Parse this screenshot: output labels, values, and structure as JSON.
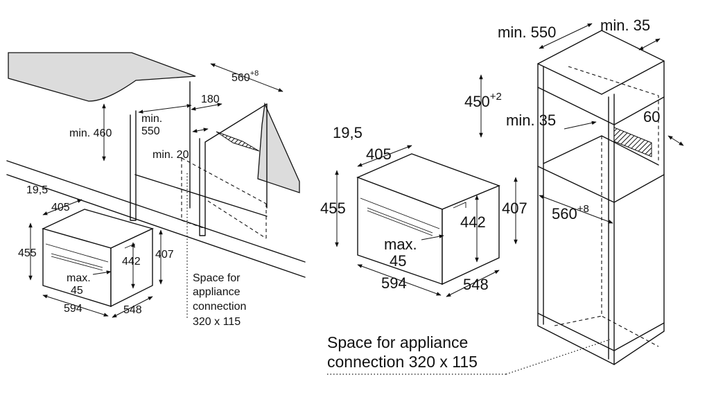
{
  "left_diagram": {
    "dim_width_niche": "560",
    "dim_width_niche_tol": "+8",
    "dim_depth_slot": "180",
    "dim_min_height": "min. 460",
    "dim_min_depth_a": "min.",
    "dim_min_depth_b": "550",
    "dim_min_gap": "min. 20",
    "dim_front_offset": "19,5",
    "dim_panel_depth": "405",
    "dim_height_front": "455",
    "dim_height_inner": "442",
    "dim_height_body": "407",
    "dim_max_a": "max.",
    "dim_max_b": "45",
    "dim_width": "594",
    "dim_depth": "548",
    "connection_line1": "Space for",
    "connection_line2": "appliance",
    "connection_line3": "connection",
    "connection_line4": "320 x 115"
  },
  "right_diagram": {
    "dim_min_depth": "min. 550",
    "dim_min_back": "min. 35",
    "dim_niche_height": "450",
    "dim_niche_height_tol": "+2",
    "dim_min_gap": "min. 35",
    "dim_vent": "60",
    "dim_width_niche": "560",
    "dim_width_niche_tol": "+8",
    "dim_front_offset": "19,5",
    "dim_panel_depth": "405",
    "dim_height_front": "455",
    "dim_height_inner": "442",
    "dim_height_body": "407",
    "dim_max_a": "max.",
    "dim_max_b": "45",
    "dim_width": "594",
    "dim_depth": "548",
    "connection_line1": "Space for appliance",
    "connection_line2": "connection 320 x 115"
  }
}
